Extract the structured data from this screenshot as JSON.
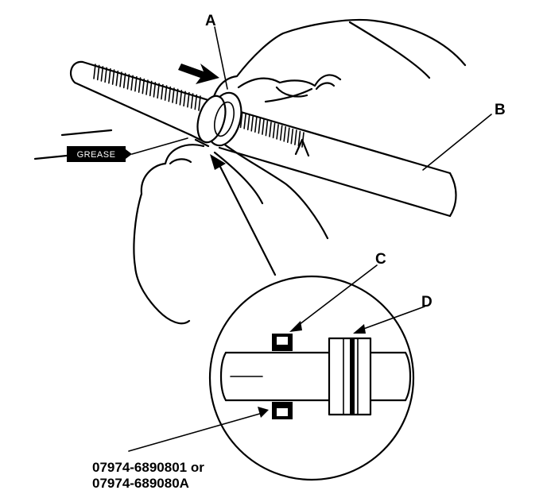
{
  "labels": {
    "a": "A",
    "b": "B",
    "c": "C",
    "d": "D"
  },
  "grease_tag": "GREASE",
  "part_numbers": {
    "line1": "07974-6890801 or",
    "line2": "07974-689080A"
  },
  "colors": {
    "ink": "#000000",
    "paper": "#ffffff"
  }
}
